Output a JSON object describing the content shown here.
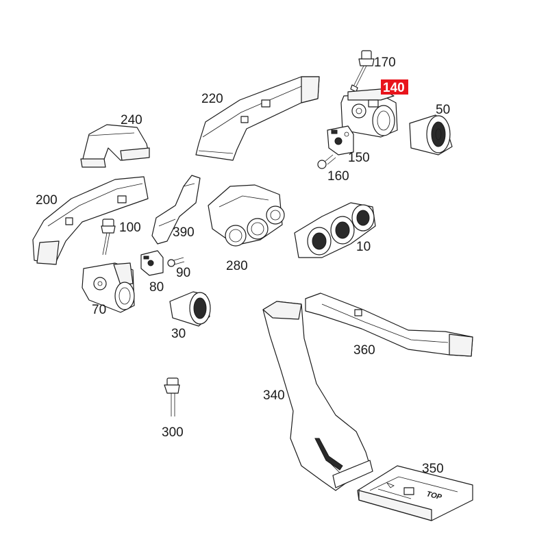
{
  "diagram": {
    "highlight_color": "#e8141b",
    "highlighted_part": "140",
    "parts": [
      {
        "id": "p170",
        "number": "170"
      },
      {
        "id": "p140",
        "number": "140"
      },
      {
        "id": "p220",
        "number": "220"
      },
      {
        "id": "p50",
        "number": "50"
      },
      {
        "id": "p240",
        "number": "240"
      },
      {
        "id": "p150",
        "number": "150"
      },
      {
        "id": "p160",
        "number": "160"
      },
      {
        "id": "p200",
        "number": "200"
      },
      {
        "id": "p100",
        "number": "100"
      },
      {
        "id": "p390",
        "number": "390"
      },
      {
        "id": "p10",
        "number": "10"
      },
      {
        "id": "p90",
        "number": "90"
      },
      {
        "id": "p280",
        "number": "280"
      },
      {
        "id": "p80",
        "number": "80"
      },
      {
        "id": "p70",
        "number": "70"
      },
      {
        "id": "p30",
        "number": "30"
      },
      {
        "id": "p360",
        "number": "360"
      },
      {
        "id": "p340",
        "number": "340"
      },
      {
        "id": "p300",
        "number": "300"
      },
      {
        "id": "p350",
        "number": "350"
      }
    ],
    "embossed_text": "TOP"
  }
}
